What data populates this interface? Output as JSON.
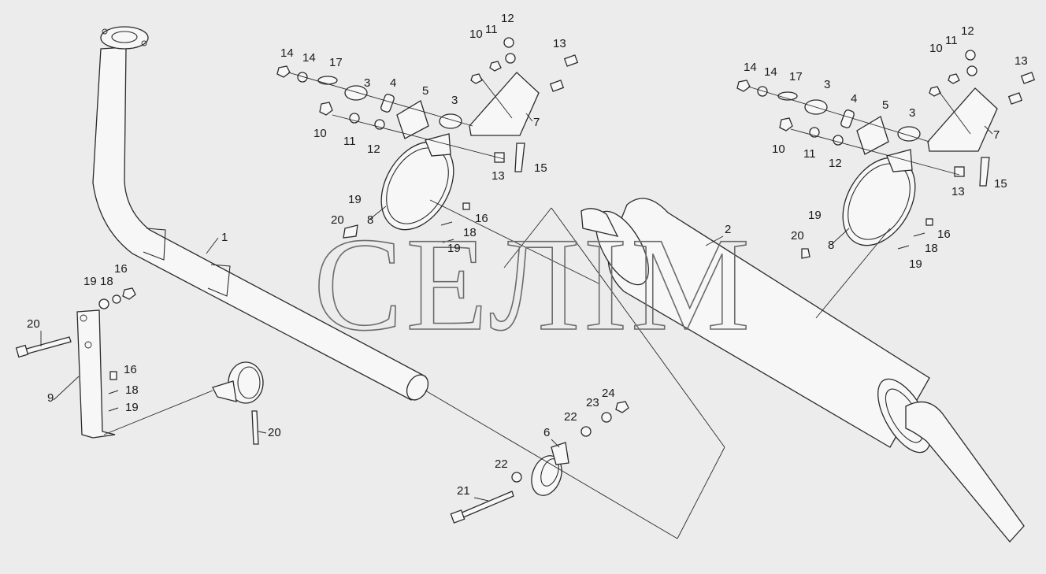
{
  "watermark": "СЕЛІМ",
  "colors": {
    "background": "#ececec",
    "ink": "#2a2a2a",
    "part_fill": "#f7f7f7"
  },
  "callouts": [
    "1",
    "2",
    "3",
    "4",
    "5",
    "6",
    "7",
    "8",
    "9",
    "10",
    "11",
    "12",
    "13",
    "14",
    "15",
    "16",
    "17",
    "18",
    "19",
    "20",
    "21",
    "22",
    "23",
    "24"
  ]
}
